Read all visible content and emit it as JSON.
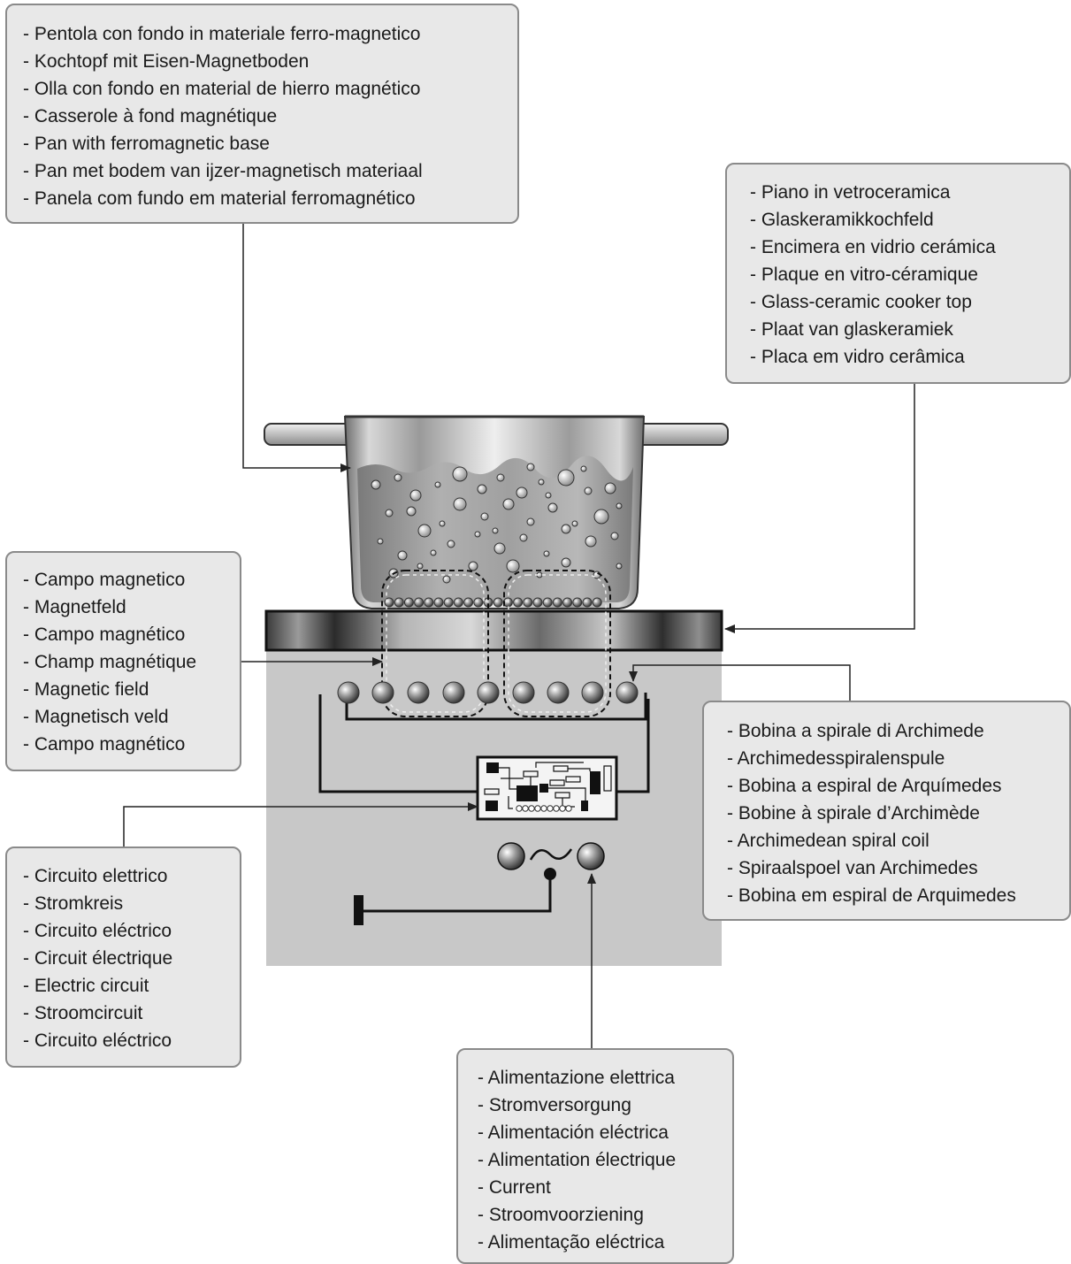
{
  "callouts": {
    "pan": {
      "lines": [
        "- Pentola con fondo in materiale ferro-magnetico",
        "- Kochtopf mit Eisen-Magnetboden",
        "- Olla con fondo en material de hierro magnético",
        "- Casserole à fond magnétique",
        "- Pan with ferromagnetic base",
        "- Pan met bodem van ijzer-magnetisch materiaal",
        "- Panela com fundo em material ferromagnético"
      ]
    },
    "glass_top": {
      "lines": [
        "- Piano in vetroceramica",
        "- Glaskeramikkochfeld",
        "- Encimera en vidrio cerámica",
        "- Plaque en vitro-céramique",
        "- Glass-ceramic cooker top",
        "- Plaat van glaskeramiek",
        "- Placa em vidro cerâmica"
      ]
    },
    "magnetic_field": {
      "lines": [
        "- Campo magnetico",
        "- Magnetfeld",
        "- Campo magnético",
        "- Champ magnétique",
        "- Magnetic field",
        "- Magnetisch veld",
        "- Campo magnético"
      ]
    },
    "coil": {
      "lines": [
        "- Bobina a spirale di Archimede",
        "- Archimedesspiralenspule",
        "- Bobina a espiral de Arquímedes",
        "- Bobine à spirale d’Archimède",
        "- Archimedean spiral coil",
        "- Spiraalspoel van Archimedes",
        "- Bobina em espiral de Arquimedes"
      ]
    },
    "circuit": {
      "lines": [
        "- Circuito elettrico",
        "- Stromkreis",
        "- Circuito eléctrico",
        "- Circuit électrique",
        "- Electric circuit",
        "- Stroomcircuit",
        "- Circuito eléctrico"
      ]
    },
    "power": {
      "lines": [
        "- Alimentazione elettrica",
        "- Stromversorgung",
        "- Alimentación eléctrica",
        "- Alimentation électrique",
        "- Current",
        "- Stroomvoorziening",
        "- Alimentação eléctrica"
      ]
    }
  },
  "colors": {
    "box_fill": "#e8e8e8",
    "box_border": "#8a8a8a",
    "cabinet": "#c8c8c8",
    "line": "#222222"
  }
}
